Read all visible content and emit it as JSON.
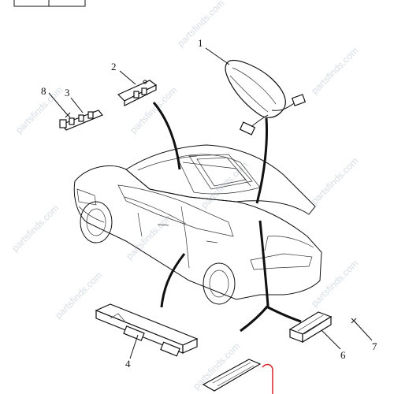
{
  "callouts": [
    {
      "id": "1",
      "label": "1"
    },
    {
      "id": "2",
      "label": "2"
    },
    {
      "id": "3",
      "label": "3"
    },
    {
      "id": "4",
      "label": "4"
    },
    {
      "id": "6",
      "label": "6"
    },
    {
      "id": "7",
      "label": "7"
    },
    {
      "id": "8",
      "label": "8"
    }
  ],
  "watermark": {
    "text": "partsfinds.com"
  },
  "colors": {
    "line": "#111111",
    "watermark": "#c9d3dc",
    "marker": "#d8232a"
  }
}
